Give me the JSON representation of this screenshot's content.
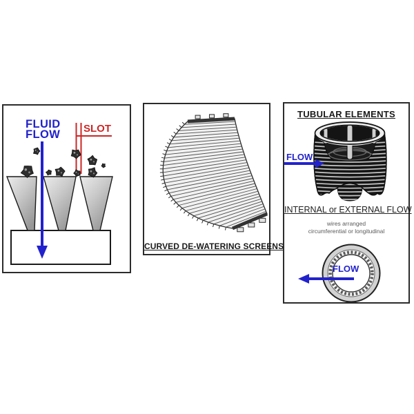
{
  "colors": {
    "flow_blue": "#2222cc",
    "slot_red": "#cc2626",
    "ink": "#1a1a1a",
    "note_gray": "#5a5a5a",
    "background": "#ffffff"
  },
  "left_panel": {
    "fluid_flow_line1": "FLUID",
    "fluid_flow_line2": "FLOW",
    "slot_label": "SLOT"
  },
  "middle_panel": {
    "caption": "CURVED DE-WATERING SCREENS"
  },
  "right_panel": {
    "title": "TUBULAR ELEMENTS",
    "flow_label_internal": "FLOW",
    "subtitle": "INTERNAL or EXTERNAL FLOW",
    "note_line1": "wires arranged",
    "note_line2": "circumferential or longitudinal",
    "flow_label_external": "FLOW"
  }
}
